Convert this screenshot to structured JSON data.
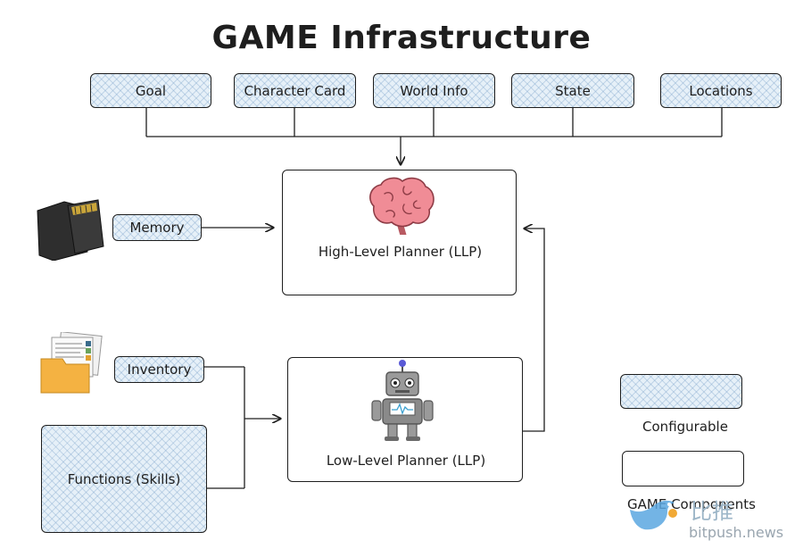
{
  "title": "GAME Infrastructure",
  "inputs": [
    "Goal",
    "Character Card",
    "World Info",
    "State",
    "Locations"
  ],
  "high_planner": "High-Level Planner (LLP)",
  "low_planner": "Low-Level Planner (LLP)",
  "memory": "Memory",
  "inventory": "Inventory",
  "functions": "Functions (Skills)",
  "legend": {
    "configurable": "Configurable",
    "components": "GAME Components"
  },
  "watermark": {
    "text_cn": "比推",
    "text_en": "bitpush.news"
  },
  "colors": {
    "hatch_fill": "#e6f0f8",
    "stroke": "#1e1e1e",
    "brain": "#f08c96",
    "robot": "#8a8a8a",
    "folder": "#f4b242"
  }
}
